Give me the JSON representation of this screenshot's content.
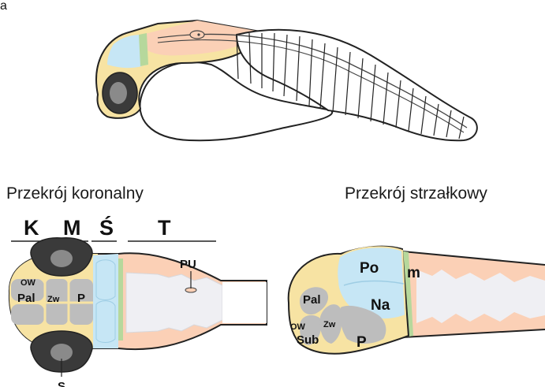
{
  "panel_letter": "a",
  "titles": {
    "coronal": "Przekrój koronalny",
    "sagittal": "Przekrój strzałkowy"
  },
  "coronal": {
    "regions": [
      "K",
      "M",
      "Ś",
      "T"
    ],
    "labels": {
      "pu": "PU",
      "ow": "OW",
      "pal": "Pal",
      "zw": "Zw",
      "p": "P",
      "s": "S"
    }
  },
  "sagittal": {
    "labels": {
      "po": "Po",
      "m": "m",
      "na": "Na",
      "pal": "Pal",
      "ow": "OW",
      "zw": "Zw",
      "sub": "Sub",
      "p": "P"
    }
  },
  "colors": {
    "telencephalon": "#f7e3a3",
    "diencephalon": "#d0d0d0",
    "midbrain": "#c6e6f5",
    "boundary": "#b6d89c",
    "hindbrain": "#fbd0b6",
    "ventricle": "#efeff3",
    "eye": "#3a3a3a"
  }
}
